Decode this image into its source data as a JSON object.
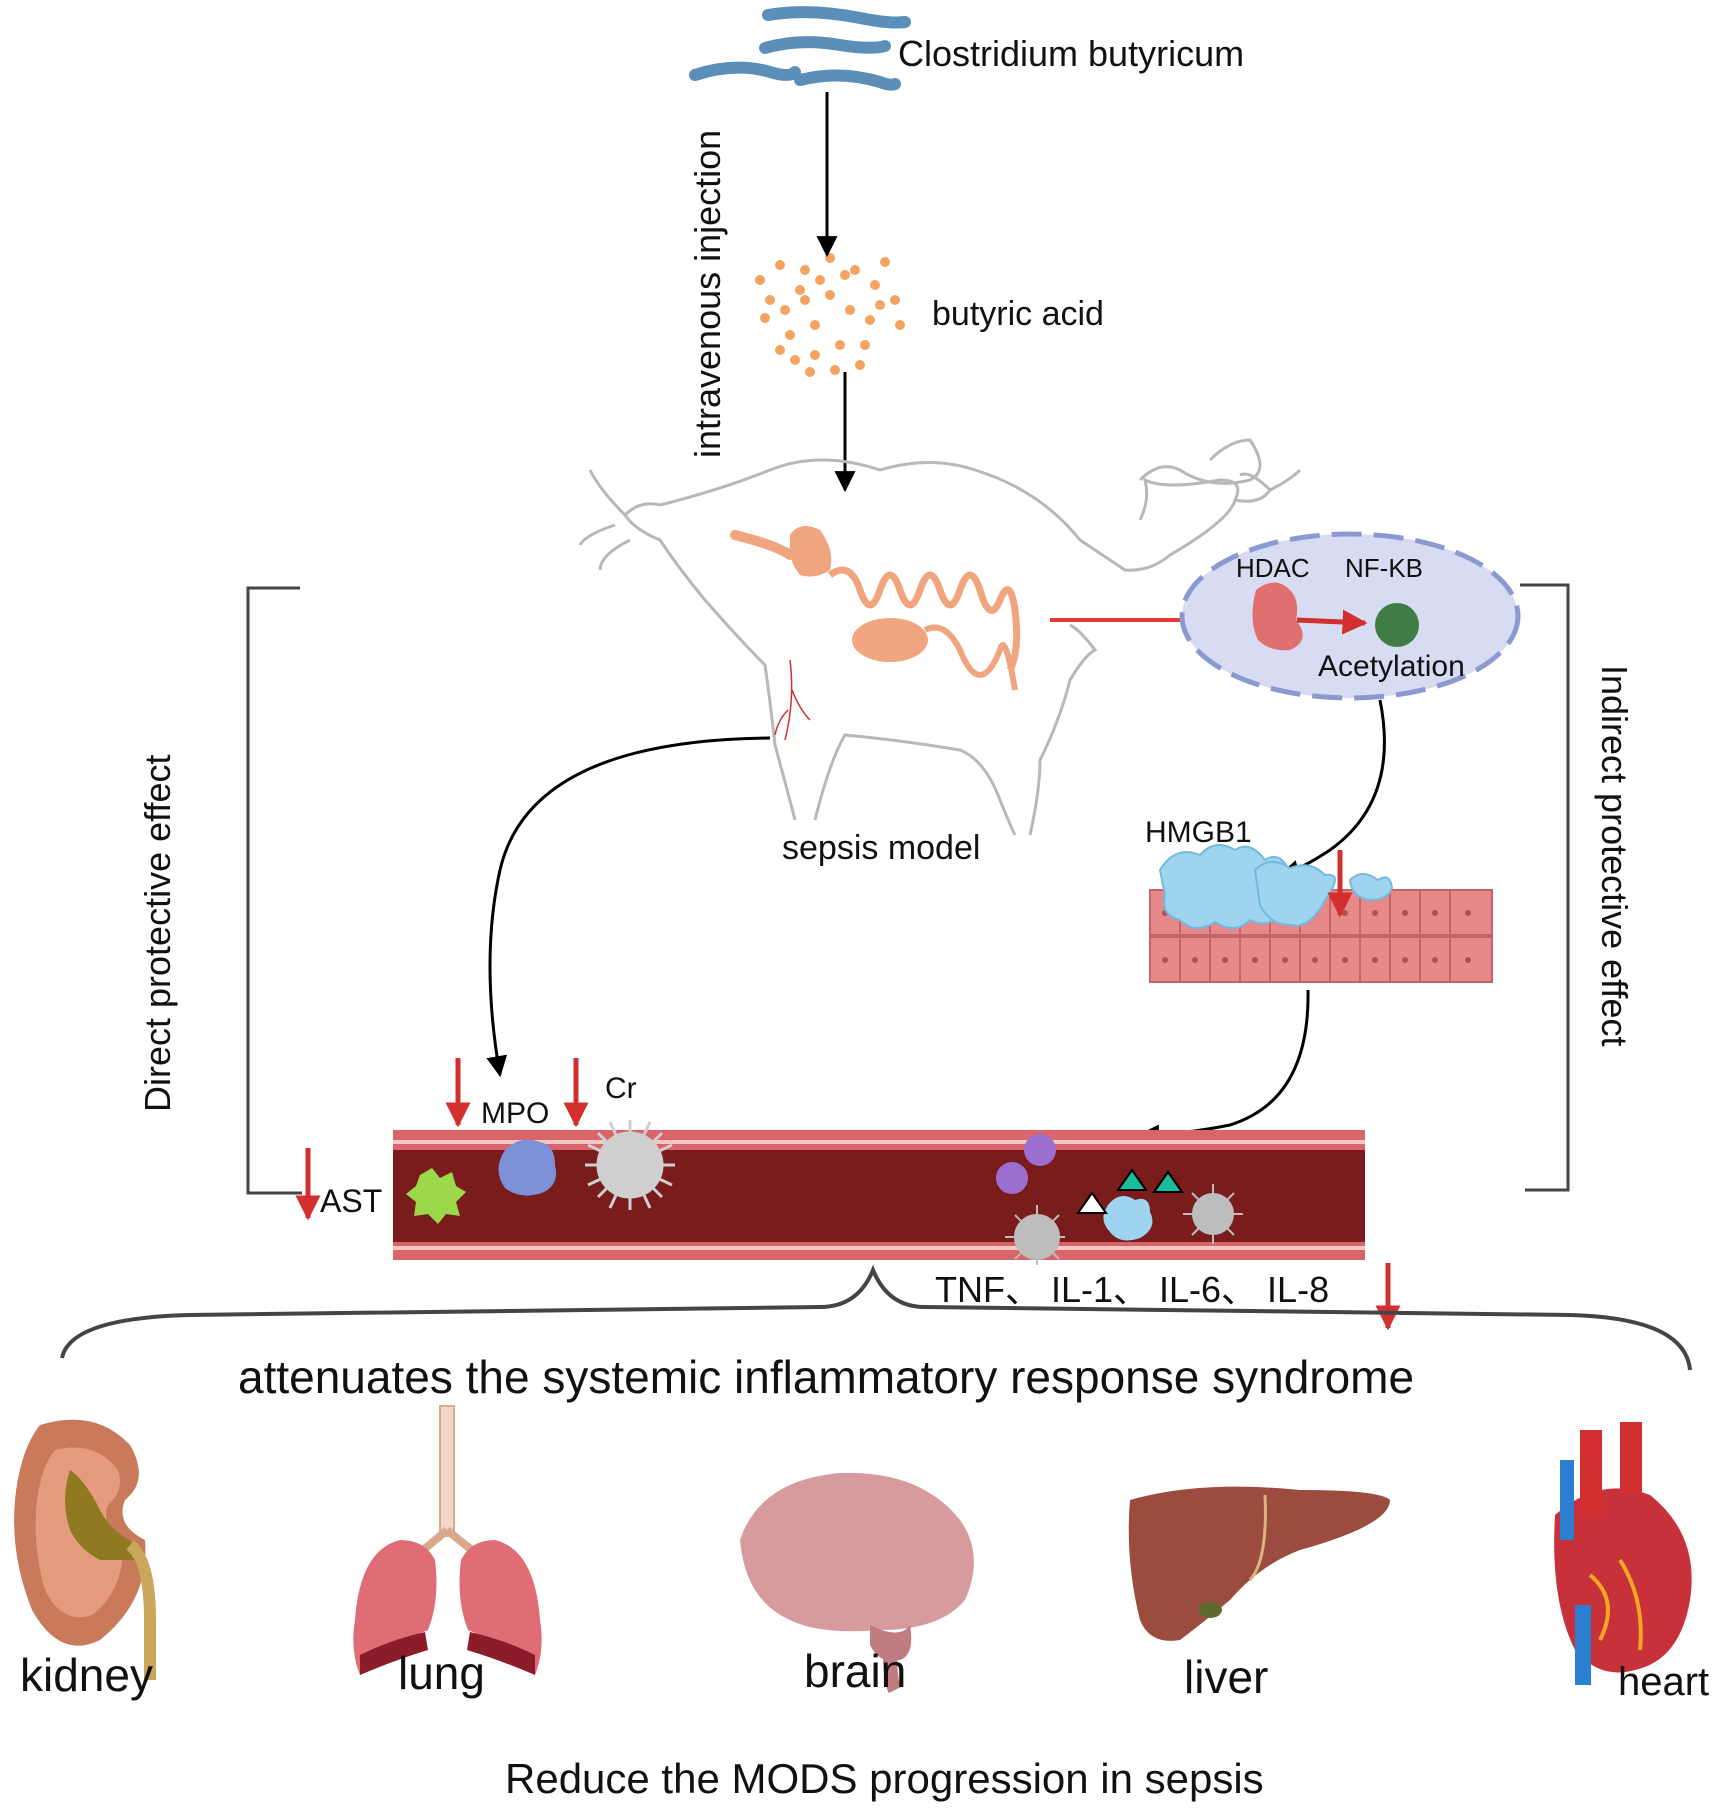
{
  "labels": {
    "bacteria": "Clostridium butyricum",
    "injection": "intravenous injection",
    "acid": "butyric acid",
    "model": "sepsis model",
    "hdac": "HDAC",
    "nfkb": "NF-KB",
    "acetylation": "Acetylation",
    "hmgb1": "HMGB1",
    "mpo": "MPO",
    "cr": "Cr",
    "ast": "AST",
    "cytokines": "TNF、 IL-1、 IL-6、 IL-8",
    "direct": "Direct protective effect",
    "indirect": "Indirect protective effect",
    "sirs": "attenuates the systemic inflammatory response syndrome",
    "mods": "Reduce the MODS progression in sepsis"
  },
  "organs": [
    {
      "name": "kidney",
      "icon": "kidney-icon"
    },
    {
      "name": "lung",
      "icon": "lung-icon"
    },
    {
      "name": "brain",
      "icon": "brain-icon"
    },
    {
      "name": "liver",
      "icon": "liver-icon"
    },
    {
      "name": "heart",
      "icon": "heart-icon"
    }
  ],
  "colors": {
    "arrow": "#000000",
    "decrease_arrow": "#d32f2f",
    "inhibit": "#e53935",
    "vessel_outer": "#d9646a",
    "vessel_inner": "#7a1c1c",
    "bacteria": "#5b8fb9",
    "acid_dots": "#f4a460",
    "cell_oval": "#d7dcf2",
    "hmgb1": "#9ed4ef"
  }
}
